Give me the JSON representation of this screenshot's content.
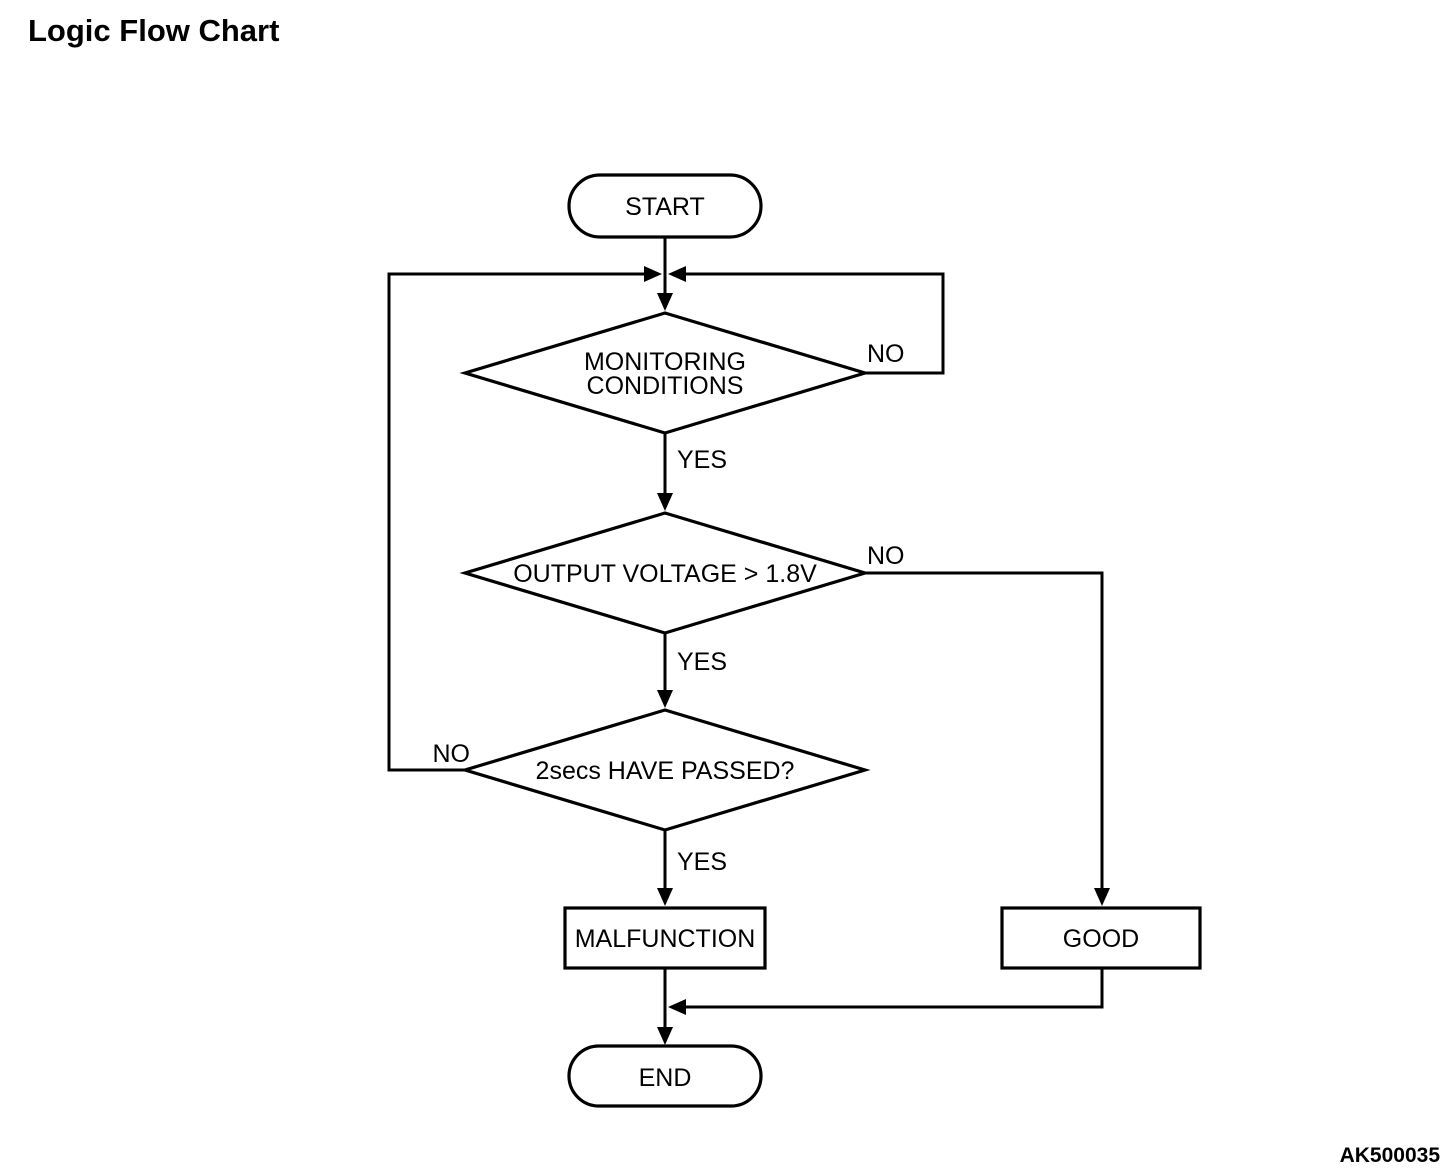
{
  "title": "Logic Flow Chart",
  "figure_code": "AK500035",
  "colors": {
    "ink": "#000000",
    "background": "#ffffff"
  },
  "flowchart": {
    "nodes": [
      {
        "id": "start",
        "type": "terminator",
        "label": "START"
      },
      {
        "id": "monitoring-conditions",
        "type": "decision",
        "lines": [
          "MONITORING",
          "CONDITIONS"
        ]
      },
      {
        "id": "output-voltage",
        "type": "decision",
        "label": "OUTPUT VOLTAGE > 1.8V"
      },
      {
        "id": "2secs-passed",
        "type": "decision",
        "label": "2secs HAVE PASSED?"
      },
      {
        "id": "malfunction",
        "type": "process",
        "label": "MALFUNCTION"
      },
      {
        "id": "good",
        "type": "process",
        "label": "GOOD"
      },
      {
        "id": "end",
        "type": "terminator",
        "label": "END"
      }
    ],
    "edges": [
      {
        "from": "start",
        "to": "monitoring-conditions",
        "label": ""
      },
      {
        "from": "monitoring-conditions",
        "to": "output-voltage",
        "label": "YES"
      },
      {
        "from": "monitoring-conditions",
        "to": "restart-junction",
        "label": "NO"
      },
      {
        "from": "output-voltage",
        "to": "2secs-passed",
        "label": "YES"
      },
      {
        "from": "output-voltage",
        "to": "good",
        "label": "NO"
      },
      {
        "from": "2secs-passed",
        "to": "malfunction",
        "label": "YES"
      },
      {
        "from": "2secs-passed",
        "to": "restart-junction",
        "label": "NO"
      },
      {
        "from": "malfunction",
        "to": "end",
        "label": ""
      },
      {
        "from": "good",
        "to": "end",
        "label": ""
      }
    ]
  }
}
